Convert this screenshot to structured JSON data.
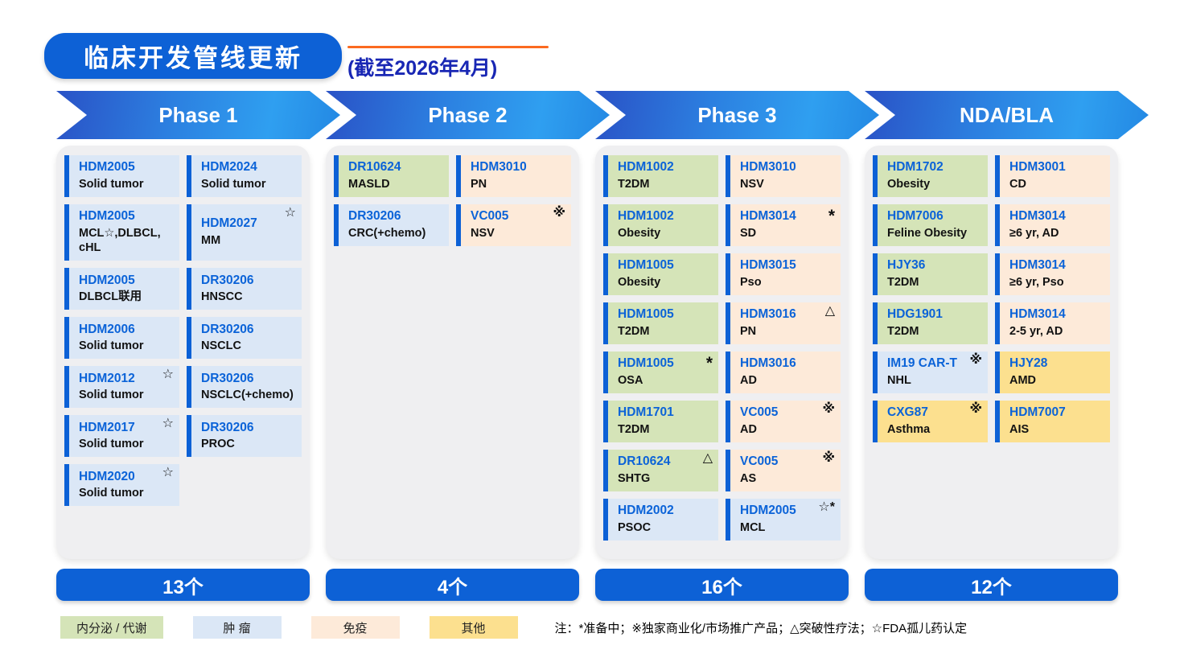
{
  "header": {
    "title": "临床开发管线更新",
    "subtitle": "(截至2026年4月)"
  },
  "note": "注：*准备中；※独家商业化/市场推广产品；△突破性疗法；☆FDA孤儿药认定",
  "colors": {
    "accent_blue": "#0d61d6",
    "name_blue": "#0b63d8",
    "title_navy": "#1927b4",
    "orange": "#fb6a20",
    "panel_gray": "#efeff1",
    "cat_endo": "#d5e4b8",
    "cat_tumor": "#dbe7f6",
    "cat_immune": "#fdead9",
    "cat_other": "#fce08f",
    "arrow_from": "#2a52c6",
    "arrow_to": "#2f9ff0"
  },
  "legend": [
    {
      "key": "endo",
      "label": "内分泌 / 代谢"
    },
    {
      "key": "tumor",
      "label": "肿 瘤"
    },
    {
      "key": "immune",
      "label": "免疫"
    },
    {
      "key": "other",
      "label": "其他"
    }
  ],
  "columns": [
    {
      "phase": "Phase 1",
      "count": "13个",
      "left": [
        {
          "name": "HDM2005",
          "marker": "",
          "ind": "Solid tumor",
          "cat": "tumor"
        },
        {
          "name": "HDM2005",
          "marker": "",
          "ind": "MCL☆,DLBCL,\ncHL",
          "cat": "tumor"
        },
        {
          "name": "HDM2005",
          "marker": "",
          "ind": "DLBCL联用",
          "cat": "tumor"
        },
        {
          "name": "HDM2006",
          "marker": "",
          "ind": "Solid tumor",
          "cat": "tumor"
        },
        {
          "name": "HDM2012",
          "marker": "☆",
          "ind": "Solid tumor",
          "cat": "tumor"
        },
        {
          "name": "HDM2017",
          "marker": "☆",
          "ind": "Solid tumor",
          "cat": "tumor"
        },
        {
          "name": "HDM2020",
          "marker": "☆",
          "ind": "Solid tumor",
          "cat": "tumor"
        }
      ],
      "right": [
        {
          "name": "HDM2024",
          "marker": "",
          "ind": "Solid tumor",
          "cat": "tumor"
        },
        {
          "name": "HDM2027",
          "marker": "☆",
          "ind": "MM",
          "cat": "tumor"
        },
        {
          "name": "DR30206",
          "marker": "",
          "ind": "HNSCC",
          "cat": "tumor"
        },
        {
          "name": "DR30206",
          "marker": "",
          "ind": "NSCLC",
          "cat": "tumor"
        },
        {
          "name": "DR30206",
          "marker": "",
          "ind": "NSCLC(+chemo)",
          "cat": "tumor"
        },
        {
          "name": "DR30206",
          "marker": "",
          "ind": "PROC",
          "cat": "tumor"
        }
      ]
    },
    {
      "phase": "Phase 2",
      "count": "4个",
      "left": [
        {
          "name": "DR10624",
          "marker": "",
          "ind": "MASLD",
          "cat": "endo"
        },
        {
          "name": "DR30206",
          "marker": "",
          "ind": "CRC(+chemo)",
          "cat": "tumor"
        }
      ],
      "right": [
        {
          "name": "HDM3010",
          "marker": "",
          "ind": "PN",
          "cat": "immune"
        },
        {
          "name": "VC005",
          "marker": "※",
          "ind": "NSV",
          "cat": "immune"
        }
      ]
    },
    {
      "phase": "Phase 3",
      "count": "16个",
      "left": [
        {
          "name": "HDM1002",
          "marker": "",
          "ind": "T2DM",
          "cat": "endo"
        },
        {
          "name": "HDM1002",
          "marker": "",
          "ind": "Obesity",
          "cat": "endo"
        },
        {
          "name": "HDM1005",
          "marker": "",
          "ind": "Obesity",
          "cat": "endo"
        },
        {
          "name": "HDM1005",
          "marker": "",
          "ind": "T2DM",
          "cat": "endo"
        },
        {
          "name": "HDM1005",
          "marker": "*",
          "ind": "OSA",
          "cat": "endo"
        },
        {
          "name": "HDM1701",
          "marker": "",
          "ind": "T2DM",
          "cat": "endo"
        },
        {
          "name": "DR10624",
          "marker": "△",
          "ind": "SHTG",
          "cat": "endo"
        },
        {
          "name": "HDM2002",
          "marker": "",
          "ind": "PSOC",
          "cat": "tumor"
        }
      ],
      "right": [
        {
          "name": "HDM3010",
          "marker": "",
          "ind": "NSV",
          "cat": "immune"
        },
        {
          "name": "HDM3014",
          "marker": "*",
          "ind": "SD",
          "cat": "immune"
        },
        {
          "name": "HDM3015",
          "marker": "",
          "ind": "Pso",
          "cat": "immune"
        },
        {
          "name": "HDM3016",
          "marker": "△",
          "ind": "PN",
          "cat": "immune"
        },
        {
          "name": "HDM3016",
          "marker": "",
          "ind": "AD",
          "cat": "immune"
        },
        {
          "name": "VC005",
          "marker": "※",
          "ind": "AD",
          "cat": "immune"
        },
        {
          "name": "VC005",
          "marker": "※",
          "ind": "AS",
          "cat": "immune"
        },
        {
          "name": "HDM2005",
          "marker": "☆*",
          "ind": "MCL",
          "cat": "tumor"
        }
      ]
    },
    {
      "phase": "NDA/BLA",
      "count": "12个",
      "left": [
        {
          "name": "HDM1702",
          "marker": "",
          "ind": "Obesity",
          "cat": "endo"
        },
        {
          "name": "HDM7006",
          "marker": "",
          "ind": "Feline Obesity",
          "cat": "endo"
        },
        {
          "name": "HJY36",
          "marker": "",
          "ind": "T2DM",
          "cat": "endo"
        },
        {
          "name": "HDG1901",
          "marker": "",
          "ind": "T2DM",
          "cat": "endo"
        },
        {
          "name": "IM19 CAR-T",
          "marker": "※",
          "ind": "NHL",
          "cat": "tumor"
        },
        {
          "name": "CXG87",
          "marker": "※",
          "ind": "Asthma",
          "cat": "other"
        }
      ],
      "right": [
        {
          "name": "HDM3001",
          "marker": "",
          "ind": "CD",
          "cat": "immune"
        },
        {
          "name": "HDM3014",
          "marker": "",
          "ind": "≥6 yr, AD",
          "cat": "immune"
        },
        {
          "name": "HDM3014",
          "marker": "",
          "ind": "≥6 yr, Pso",
          "cat": "immune"
        },
        {
          "name": "HDM3014",
          "marker": "",
          "ind": "2-5 yr, AD",
          "cat": "immune"
        },
        {
          "name": "HJY28",
          "marker": "",
          "ind": "AMD",
          "cat": "other"
        },
        {
          "name": "HDM7007",
          "marker": "",
          "ind": "AIS",
          "cat": "other"
        }
      ]
    }
  ]
}
